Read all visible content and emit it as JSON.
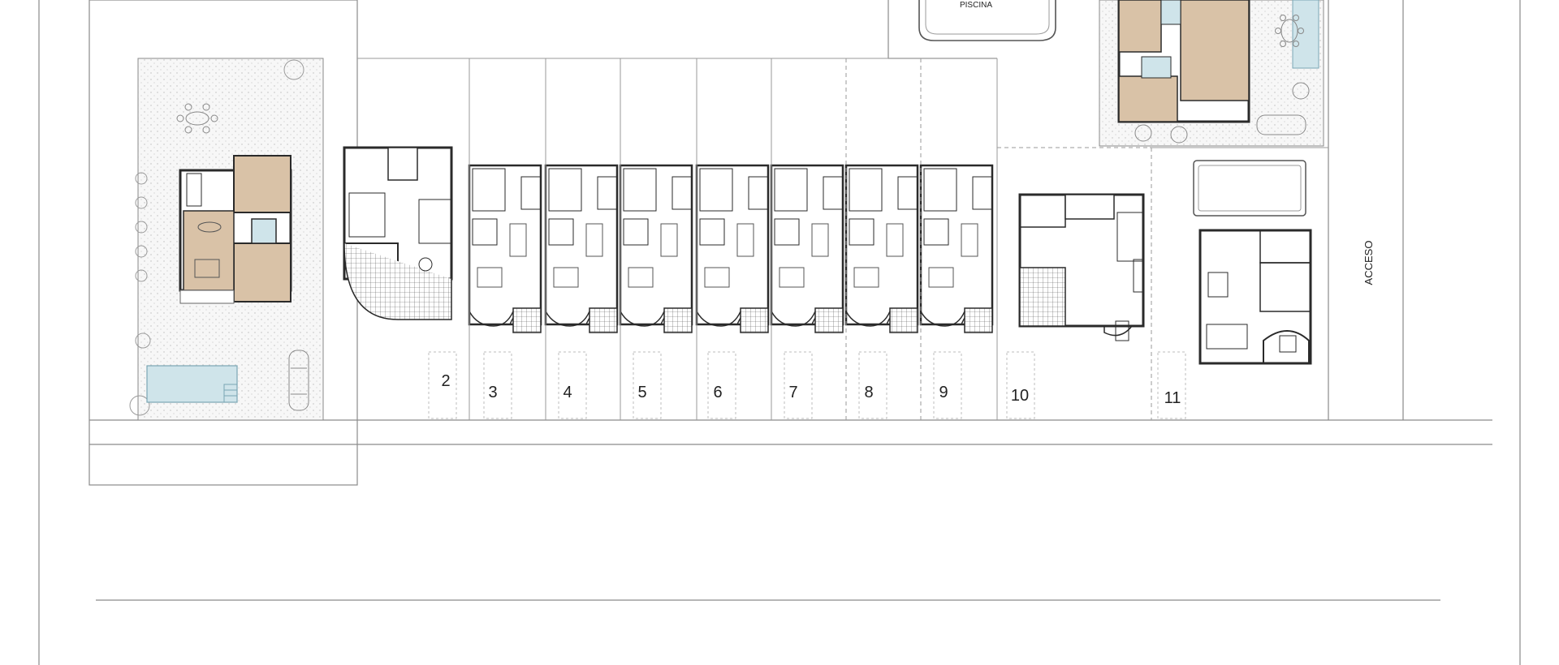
{
  "labels": {
    "pool": "PISCINA",
    "access": "ACCESO"
  },
  "plots": [
    {
      "id": "2",
      "label": "2"
    },
    {
      "id": "3",
      "label": "3"
    },
    {
      "id": "4",
      "label": "4"
    },
    {
      "id": "5",
      "label": "5"
    },
    {
      "id": "6",
      "label": "6"
    },
    {
      "id": "7",
      "label": "7"
    },
    {
      "id": "8",
      "label": "8"
    },
    {
      "id": "9",
      "label": "9"
    },
    {
      "id": "10",
      "label": "10"
    },
    {
      "id": "11",
      "label": "11"
    }
  ],
  "colors": {
    "line": "#8a8a8a",
    "wall": "#2a2a2a",
    "floor": "#d9c2a7",
    "water": "#cfe4ea",
    "grass": "#ececec",
    "background": "#ffffff"
  }
}
